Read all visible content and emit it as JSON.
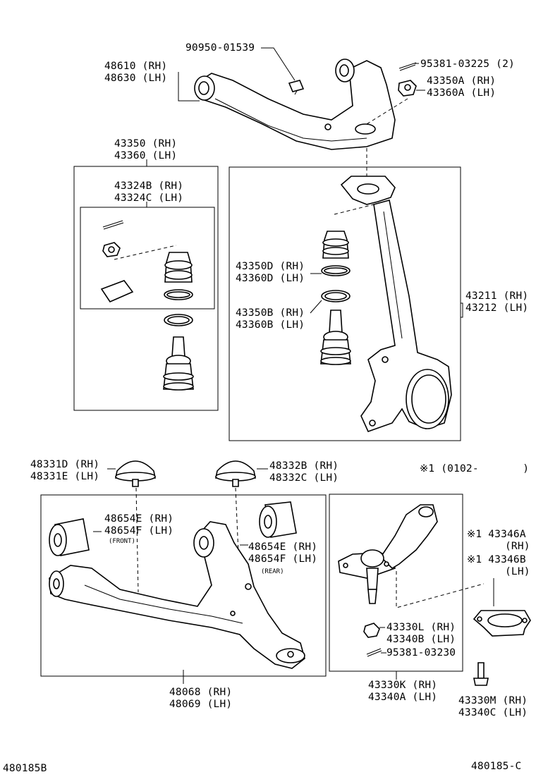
{
  "labels": {
    "p90950": "90950-01539",
    "p48610": "48610 (RH)",
    "p48630": "48630 (LH)",
    "p95381a": "95381-03225 (2)",
    "p43350A": "43350A (RH)",
    "p43360A": "43360A (LH)",
    "p43350": "43350 (RH)",
    "p43360": "43360 (LH)",
    "p43324B": "43324B (RH)",
    "p43324C": "43324C (LH)",
    "p43350D": "43350D (RH)",
    "p43360D": "43360D (LH)",
    "p43350B": "43350B (RH)",
    "p43360B": "43360B (LH)",
    "p43211": "43211 (RH)",
    "p43212": "43212 (LH)",
    "p48331D": "48331D (RH)",
    "p48331E": "48331E (LH)",
    "p48332B": "48332B (RH)",
    "p48332C": "48332C (LH)",
    "note1": "※1 (0102-       )",
    "p48654E1": "48654E (RH)",
    "p48654F1": "48654F (LH)",
    "front": "(FRONT)",
    "p48654E2": "48654E (RH)",
    "p48654F2": "48654F (LH)",
    "rear": "(REAR)",
    "p43346A": "※1 43346A",
    "rhA": "(RH)",
    "p43346B": "※1 43346B",
    "lhB": "(LH)",
    "p43330L": "43330L (RH)",
    "p43340B": "43340B (LH)",
    "p95381b": "95381-03230",
    "p48068": "48068 (RH)",
    "p48069": "48069 (LH)",
    "p43330K": "43330K (RH)",
    "p43340A": "43340A (LH)",
    "p43330M": "43330M (RH)",
    "p43340C": "43340C (LH)",
    "figLeft": "480185B",
    "figRight": "480185-C"
  }
}
